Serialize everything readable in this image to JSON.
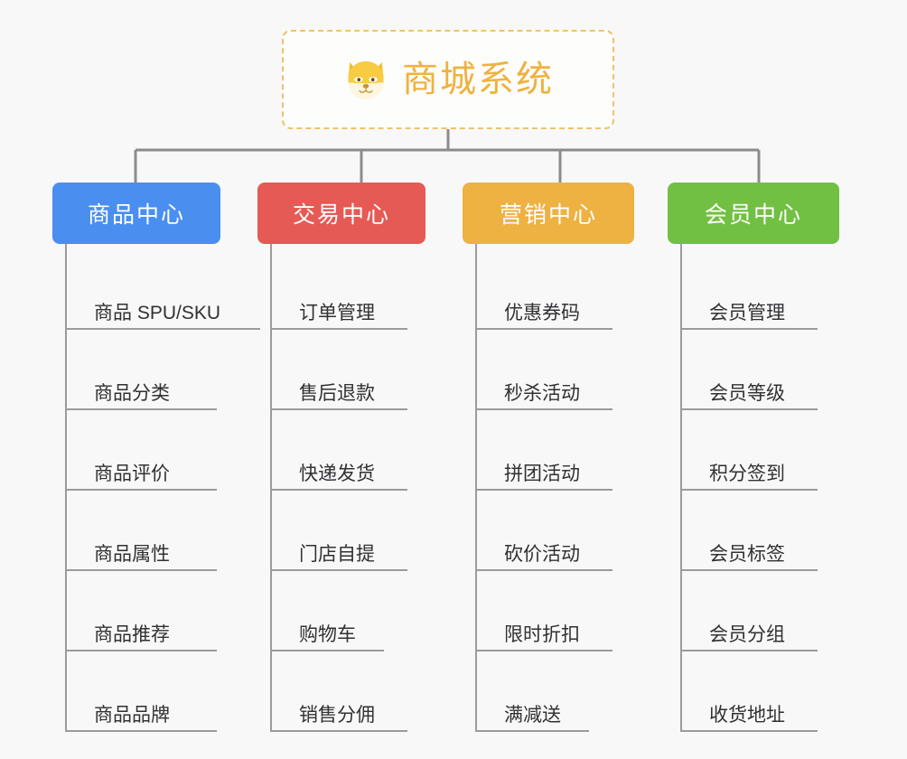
{
  "page": {
    "background_color": "#f8f8f8",
    "title": "商城系统",
    "type": "organization-tree-diagram"
  },
  "root": {
    "label": "商城系统",
    "icon": "shiba-dog-emoji",
    "text_color": "#efb23f",
    "border_color": "#f0c070",
    "background_color": "#fdfdfc"
  },
  "connector_color": "#8c8c8c",
  "categories": [
    {
      "label": "商品中心",
      "color": "#4a8ef0",
      "items": [
        "商品 SPU/SKU",
        "商品分类",
        "商品评价",
        "商品属性",
        "商品推荐",
        "商品品牌"
      ]
    },
    {
      "label": "交易中心",
      "color": "#e65a55",
      "items": [
        "订单管理",
        "售后退款",
        "快递发货",
        "门店自提",
        "购物车",
        "销售分佣"
      ]
    },
    {
      "label": "营销中心",
      "color": "#eeb242",
      "items": [
        "优惠券码",
        "秒杀活动",
        "拼团活动",
        "砍价活动",
        "限时折扣",
        "满减送"
      ]
    },
    {
      "label": "会员中心",
      "color": "#72c043",
      "items": [
        "会员管理",
        "会员等级",
        "积分签到",
        "会员标签",
        "会员分组",
        "收货地址"
      ]
    }
  ]
}
